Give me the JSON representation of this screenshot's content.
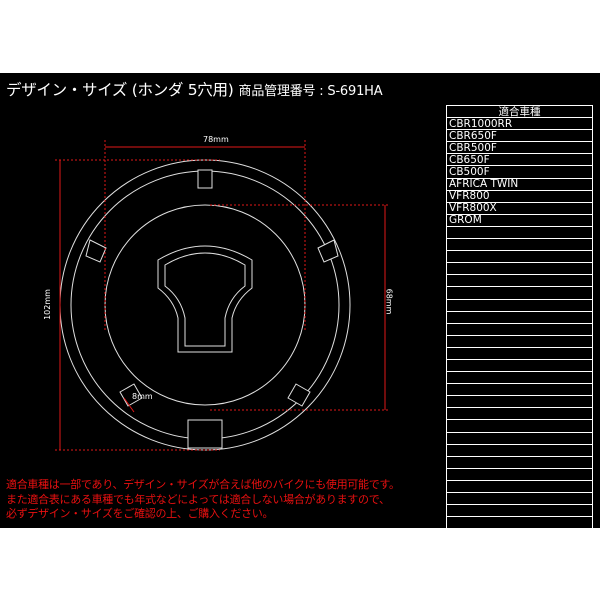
{
  "header": {
    "title": "デザイン・サイズ (ホンダ 5穴用)",
    "product_code": "商品管理番号 : S-691HA"
  },
  "dimensions": {
    "width_top": "78mm",
    "height_left": "102mm",
    "height_right": "68mm",
    "hole": "8mm"
  },
  "table": {
    "header": "適合車種",
    "rows": [
      "CBR1000RR",
      "CBR650F",
      "CBR500F",
      "CB650F",
      "CB500F",
      "AFRICA TWIN",
      "VFR800",
      "VFR800X",
      "GROM",
      "",
      "",
      "",
      "",
      "",
      "",
      "",
      "",
      "",
      "",
      "",
      "",
      "",
      "",
      "",
      "",
      "",
      "",
      "",
      "",
      "",
      "",
      "",
      "",
      ""
    ]
  },
  "notes": [
    "適合車種は一部であり、デザイン・サイズが合えば他のバイクにも使用可能です。",
    "また適合表にある車種でも年式などによっては適合しない場合がありますので、",
    "必ずデザイン・サイズをご確認の上、ご購入ください。"
  ],
  "colors": {
    "background": "#000000",
    "line": "#e8e8e8",
    "dimension_line": "#e01818",
    "note_text": "#e81010"
  }
}
